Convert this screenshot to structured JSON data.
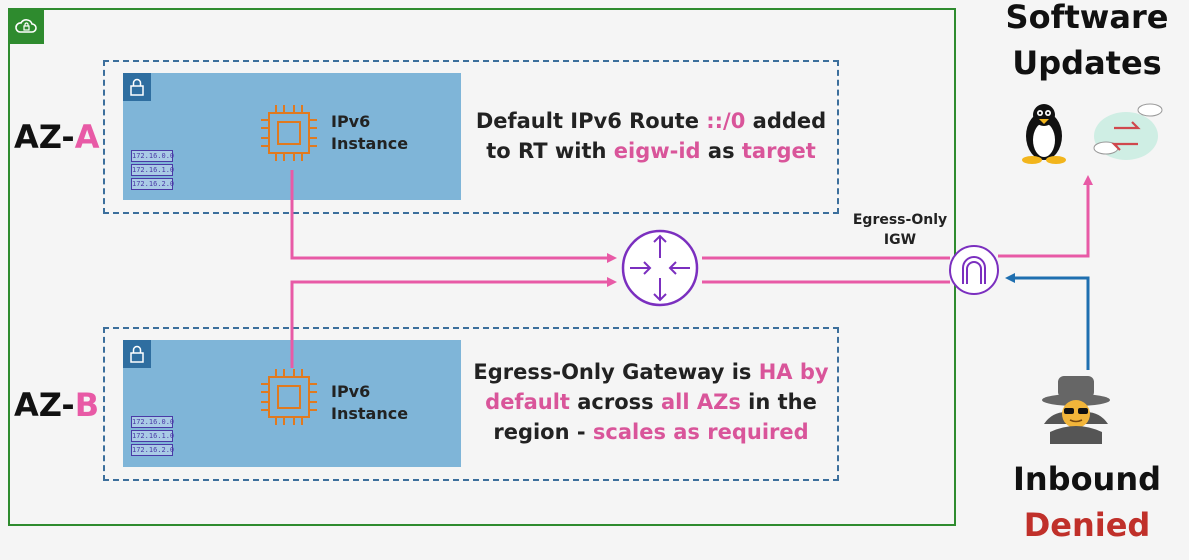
{
  "az_a": {
    "prefix": "AZ-",
    "suffix": "A"
  },
  "az_b": {
    "prefix": "AZ-",
    "suffix": "B"
  },
  "instance_a": {
    "line1": "IPv6",
    "line2": "Instance"
  },
  "instance_b": {
    "line1": "IPv6",
    "line2": "Instance"
  },
  "cidr_blocks": [
    "172.16.0.0",
    "172.16.1.0",
    "172.16.2.0"
  ],
  "desc_a": {
    "p1": "Default IPv6 Route ",
    "h1": "::/0",
    "p2": " added",
    "p3": "to RT with ",
    "h2": "eigw-id",
    "p4": " as ",
    "h3": "target"
  },
  "desc_b": {
    "p1": "Egress-Only Gateway is ",
    "h1": "HA by",
    "h2": "default",
    "p2": " across ",
    "h3": "all AZs",
    "p3": " in the",
    "p4": "region - ",
    "h4": "scales as required"
  },
  "igw_label": {
    "line1": "Egress-Only",
    "line2": "IGW"
  },
  "software_updates": {
    "line1": "Software",
    "line2": "Updates"
  },
  "inbound": {
    "line1": "Inbound",
    "line2": "Denied"
  },
  "colors": {
    "accent_pink": "#e85aa6",
    "router_purple": "#7b2fbf",
    "inbound_blue": "#1f6fb0",
    "vpc_green": "#2e8b2e",
    "denied_red": "#c0302a"
  }
}
